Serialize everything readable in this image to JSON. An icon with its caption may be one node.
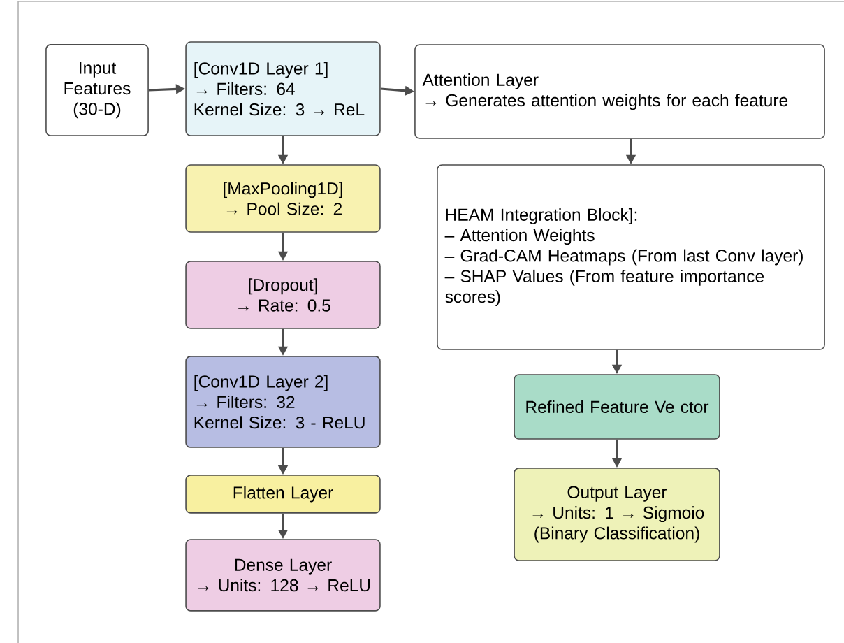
{
  "diagram": {
    "nodes": [
      {
        "text": [
          "Input Features (30-D)"
        ]
      },
      {
        "text": [
          "[Conv1D Layer 1]",
          "→ Filters: 64",
          "Kernel Size: 3 → ReL"
        ]
      },
      {
        "text": [
          "[MaxPooling1D]",
          "→ Pool Size: 2"
        ]
      },
      {
        "text": [
          "[Dropout]",
          "→ Rate: 0.5"
        ]
      },
      {
        "text": [
          "[Conv1D Layer 2]",
          "→ Filters: 32",
          "Kernel Size: 3 - ReLU"
        ]
      },
      {
        "text": [
          "Flatten Layer"
        ]
      },
      {
        "text": [
          "Dense Layer",
          "→ Units: 128 → ReLU"
        ]
      },
      {
        "text": [
          "Attention Layer",
          "→ Generates attention weights for each feature"
        ]
      },
      {
        "text": [
          "HEAM Integration Block]:",
          "– Attention Weights",
          "– Grad-CAM Heatmaps (From last Conv layer)",
          "– SHAP Values (From feature importance scores)"
        ]
      },
      {
        "text": [
          "Refined Feature Ve ctor"
        ]
      },
      {
        "text": [
          "Output Layer",
          "→ Units: 1 → Sigmoio",
          "(Binary Classification)"
        ]
      }
    ],
    "edges": [
      {
        "from": 0,
        "to": 1,
        "arrow": "to"
      },
      {
        "from": 1,
        "to": 7,
        "arrow": "to"
      },
      {
        "from": 1,
        "to": 2,
        "arrow": "to"
      },
      {
        "from": 2,
        "to": 3,
        "arrow": "to"
      },
      {
        "from": 3,
        "to": 4,
        "arrow": "to"
      },
      {
        "from": 4,
        "to": 5,
        "arrow": "to"
      },
      {
        "from": 5,
        "to": 6,
        "arrow": "to"
      },
      {
        "from": 7,
        "to": 8,
        "arrow": "to"
      },
      {
        "from": 8,
        "to": 9,
        "arrow": "to"
      },
      {
        "from": 9,
        "to": 10,
        "arrow": "to"
      }
    ]
  }
}
